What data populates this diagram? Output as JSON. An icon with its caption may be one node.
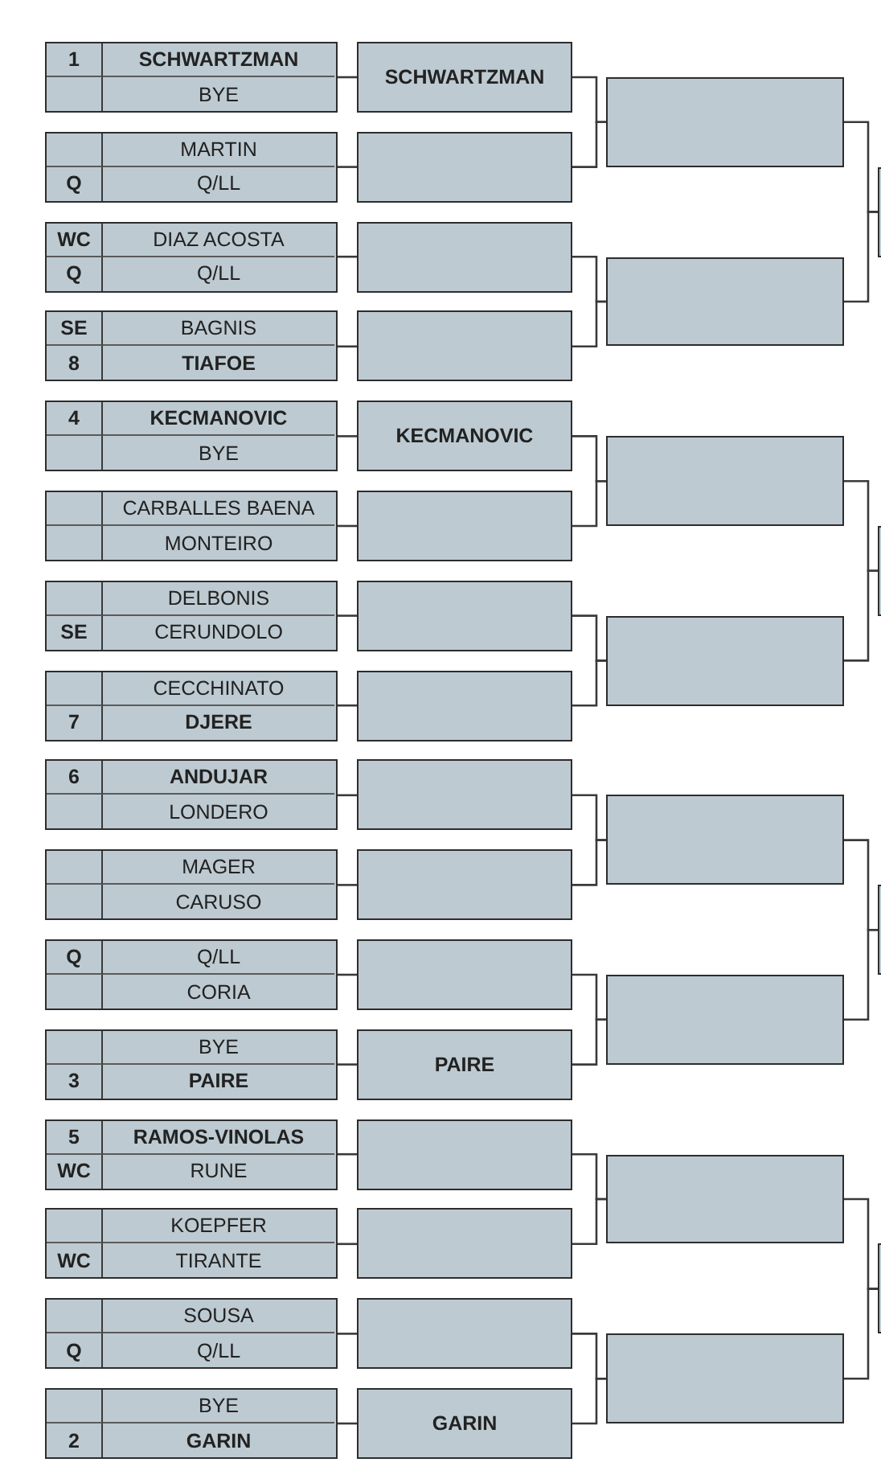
{
  "diagram": {
    "nodes": [
      {
        "text": [],
        "shape": "box"
      },
      {
        "text": [
          "1"
        ],
        "in": 0
      },
      {
        "text": [
          "SCHWARTZMAN"
        ],
        "in": 0
      },
      {
        "text": [],
        "shape": "box",
        "in": 0
      },
      {
        "text": [
          "BYE"
        ],
        "in": 0
      },
      {
        "text": [],
        "shape": "box"
      },
      {
        "text": [],
        "shape": "box",
        "in": 5
      },
      {
        "text": [
          "MARTIN"
        ],
        "in": 5
      },
      {
        "text": [
          "Q"
        ],
        "in": 5
      },
      {
        "text": [
          "Q/LL"
        ],
        "in": 5
      },
      {
        "text": [],
        "shape": "box"
      },
      {
        "text": [
          "WC"
        ],
        "in": 10
      },
      {
        "text": [
          "DIAZ ACOSTA"
        ],
        "in": 10
      },
      {
        "text": [
          "Q"
        ],
        "in": 10
      },
      {
        "text": [
          "Q/LL"
        ],
        "in": 10
      },
      {
        "text": [],
        "shape": "box"
      },
      {
        "text": [
          "SE"
        ],
        "in": 15
      },
      {
        "text": [
          "BAGNIS"
        ],
        "in": 15
      },
      {
        "text": [
          "8"
        ],
        "in": 15
      },
      {
        "text": [
          "TIAFOE"
        ],
        "in": 15
      },
      {
        "text": [],
        "shape": "box"
      },
      {
        "text": [
          "4"
        ],
        "in": 20
      },
      {
        "text": [
          "KECMANOVIC"
        ],
        "in": 20
      },
      {
        "text": [],
        "shape": "box",
        "in": 20
      },
      {
        "text": [
          "BYE"
        ],
        "in": 20
      },
      {
        "text": [],
        "shape": "box"
      },
      {
        "text": [],
        "shape": "box",
        "in": 25
      },
      {
        "text": [
          "CARBALLES BAENA"
        ],
        "in": 25
      },
      {
        "text": [],
        "shape": "box",
        "in": 25
      },
      {
        "text": [
          "MONTEIRO"
        ],
        "in": 25
      },
      {
        "text": [],
        "shape": "box"
      },
      {
        "text": [],
        "shape": "box",
        "in": 30
      },
      {
        "text": [
          "DELBONIS"
        ],
        "in": 30
      },
      {
        "text": [
          "SE"
        ],
        "in": 30
      },
      {
        "text": [
          "CERUNDOLO"
        ],
        "in": 30
      },
      {
        "text": [],
        "shape": "box"
      },
      {
        "text": [],
        "shape": "box",
        "in": 35
      },
      {
        "text": [
          "CECCHINATO"
        ],
        "in": 35
      },
      {
        "text": [
          "7"
        ],
        "in": 35
      },
      {
        "text": [
          "DJERE"
        ],
        "in": 35
      },
      {
        "text": [],
        "shape": "box"
      },
      {
        "text": [
          "6"
        ],
        "in": 40
      },
      {
        "text": [
          "ANDUJAR"
        ],
        "in": 40
      },
      {
        "text": [],
        "shape": "box",
        "in": 40
      },
      {
        "text": [
          "LONDERO"
        ],
        "in": 40
      },
      {
        "text": [],
        "shape": "box"
      },
      {
        "text": [],
        "shape": "box",
        "in": 45
      },
      {
        "text": [
          "MAGER"
        ],
        "in": 45
      },
      {
        "text": [],
        "shape": "box",
        "in": 45
      },
      {
        "text": [
          "CARUSO"
        ],
        "in": 45
      },
      {
        "text": [],
        "shape": "box"
      },
      {
        "text": [
          "Q"
        ],
        "in": 50
      },
      {
        "text": [
          "Q/LL"
        ],
        "in": 50
      },
      {
        "text": [],
        "shape": "box",
        "in": 50
      },
      {
        "text": [
          "CORIA"
        ],
        "in": 50
      },
      {
        "text": [],
        "shape": "box"
      },
      {
        "text": [],
        "shape": "box",
        "in": 55
      },
      {
        "text": [
          "BYE"
        ],
        "in": 55
      },
      {
        "text": [
          "3"
        ],
        "in": 55
      },
      {
        "text": [
          "PAIRE"
        ],
        "in": 55
      },
      {
        "text": [],
        "shape": "box"
      },
      {
        "text": [
          "5"
        ],
        "in": 60
      },
      {
        "text": [
          "RAMOS-VINOLAS"
        ],
        "in": 60
      },
      {
        "text": [
          "WC"
        ],
        "in": 60
      },
      {
        "text": [
          "RUNE"
        ],
        "in": 60
      },
      {
        "text": [],
        "shape": "box"
      },
      {
        "text": [],
        "shape": "box",
        "in": 65
      },
      {
        "text": [
          "KOEPFER"
        ],
        "in": 65
      },
      {
        "text": [
          "WC"
        ],
        "in": 65
      },
      {
        "text": [
          "TIRANTE"
        ],
        "in": 65
      },
      {
        "text": [],
        "shape": "box"
      },
      {
        "text": [],
        "shape": "box",
        "in": 70
      },
      {
        "text": [
          "SOUSA"
        ],
        "in": 70
      },
      {
        "text": [
          "Q"
        ],
        "in": 70
      },
      {
        "text": [
          "Q/LL"
        ],
        "in": 70
      },
      {
        "text": [],
        "shape": "box"
      },
      {
        "text": [],
        "shape": "box",
        "in": 75
      },
      {
        "text": [
          "BYE"
        ],
        "in": 75
      },
      {
        "text": [
          "2"
        ],
        "in": 75
      },
      {
        "text": [
          "GARIN"
        ],
        "in": 75
      },
      {
        "text": [
          "SCHWARTZMAN"
        ]
      },
      {
        "text": [],
        "shape": "box"
      },
      {
        "text": [],
        "shape": "box"
      },
      {
        "text": [],
        "shape": "box"
      },
      {
        "text": [
          "KECMANOVIC"
        ]
      },
      {
        "text": [],
        "shape": "box"
      },
      {
        "text": [],
        "shape": "box"
      },
      {
        "text": [],
        "shape": "box"
      },
      {
        "text": [],
        "shape": "box"
      },
      {
        "text": [],
        "shape": "box"
      },
      {
        "text": [],
        "shape": "box"
      },
      {
        "text": [
          "PAIRE"
        ]
      },
      {
        "text": [],
        "shape": "box"
      },
      {
        "text": [],
        "shape": "box"
      },
      {
        "text": [],
        "shape": "box"
      },
      {
        "text": [
          "GARIN"
        ]
      },
      {
        "text": [],
        "shape": "box"
      },
      {
        "text": [],
        "shape": "box"
      },
      {
        "text": [],
        "shape": "box"
      },
      {
        "text": [],
        "shape": "box"
      },
      {
        "text": [],
        "shape": "box"
      },
      {
        "text": [],
        "shape": "box"
      },
      {
        "text": [],
        "shape": "box"
      },
      {
        "text": [],
        "shape": "box"
      },
      {
        "text": [],
        "shape": "box"
      },
      {
        "text": [],
        "shape": "box"
      },
      {
        "text": [],
        "shape": "box"
      },
      {
        "text": [],
        "shape": "box"
      }
    ],
    "edges": [
      {
        "from": 0,
        "to": 80,
        "arrow": "none"
      },
      {
        "from": 5,
        "to": 81,
        "arrow": "none"
      },
      {
        "from": 10,
        "to": 82,
        "arrow": "none"
      },
      {
        "from": 15,
        "to": 83,
        "arrow": "none"
      },
      {
        "from": 20,
        "to": 84,
        "arrow": "none"
      },
      {
        "from": 25,
        "to": 85,
        "arrow": "none"
      },
      {
        "from": 30,
        "to": 86,
        "arrow": "none"
      },
      {
        "from": 35,
        "to": 87,
        "arrow": "none"
      },
      {
        "from": 40,
        "to": 88,
        "arrow": "none"
      },
      {
        "from": 45,
        "to": 89,
        "arrow": "none"
      },
      {
        "from": 50,
        "to": 90,
        "arrow": "none"
      },
      {
        "from": 55,
        "to": 91,
        "arrow": "none"
      },
      {
        "from": 60,
        "to": 92,
        "arrow": "none"
      },
      {
        "from": 65,
        "to": 93,
        "arrow": "none"
      },
      {
        "from": 70,
        "to": 94,
        "arrow": "none"
      },
      {
        "from": 75,
        "to": 95,
        "arrow": "none"
      },
      {
        "from": 80,
        "to": 96,
        "arrow": "none"
      },
      {
        "from": 81,
        "to": 96,
        "arrow": "none"
      },
      {
        "from": 82,
        "to": 97,
        "arrow": "none"
      },
      {
        "from": 83,
        "to": 97,
        "arrow": "none"
      },
      {
        "from": 84,
        "to": 98,
        "arrow": "none"
      },
      {
        "from": 85,
        "to": 98,
        "arrow": "none"
      },
      {
        "from": 86,
        "to": 99,
        "arrow": "none"
      },
      {
        "from": 87,
        "to": 99,
        "arrow": "none"
      },
      {
        "from": 88,
        "to": 100,
        "arrow": "none"
      },
      {
        "from": 89,
        "to": 100,
        "arrow": "none"
      },
      {
        "from": 90,
        "to": 101,
        "arrow": "none"
      },
      {
        "from": 91,
        "to": 101,
        "arrow": "none"
      },
      {
        "from": 92,
        "to": 102,
        "arrow": "none"
      },
      {
        "from": 93,
        "to": 102,
        "arrow": "none"
      },
      {
        "from": 94,
        "to": 103,
        "arrow": "none"
      },
      {
        "from": 95,
        "to": 103,
        "arrow": "none"
      },
      {
        "from": 96,
        "to": 104,
        "arrow": "none"
      },
      {
        "from": 97,
        "to": 104,
        "arrow": "none"
      },
      {
        "from": 98,
        "to": 105,
        "arrow": "none"
      },
      {
        "from": 99,
        "to": 105,
        "arrow": "none"
      },
      {
        "from": 100,
        "to": 106,
        "arrow": "none"
      },
      {
        "from": 101,
        "to": 106,
        "arrow": "none"
      },
      {
        "from": 102,
        "to": 107,
        "arrow": "none"
      },
      {
        "from": 103,
        "to": 107,
        "arrow": "none"
      }
    ]
  }
}
